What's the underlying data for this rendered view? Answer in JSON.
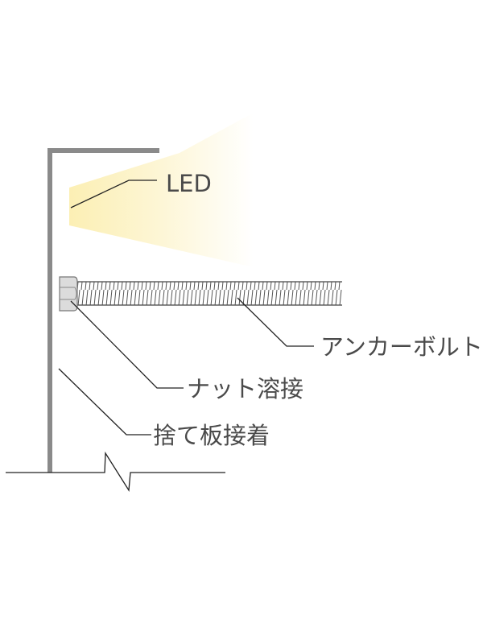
{
  "labels": {
    "led": "LED",
    "anchor_bolt": "アンカーボルト",
    "nut_weld": "ナット溶接",
    "plate_bond": "捨て板接着"
  },
  "colors": {
    "wall": "#8a8a8a",
    "light": "#fdf2bd",
    "nut": "#dcdcdc",
    "text": "#4a4a4a"
  }
}
